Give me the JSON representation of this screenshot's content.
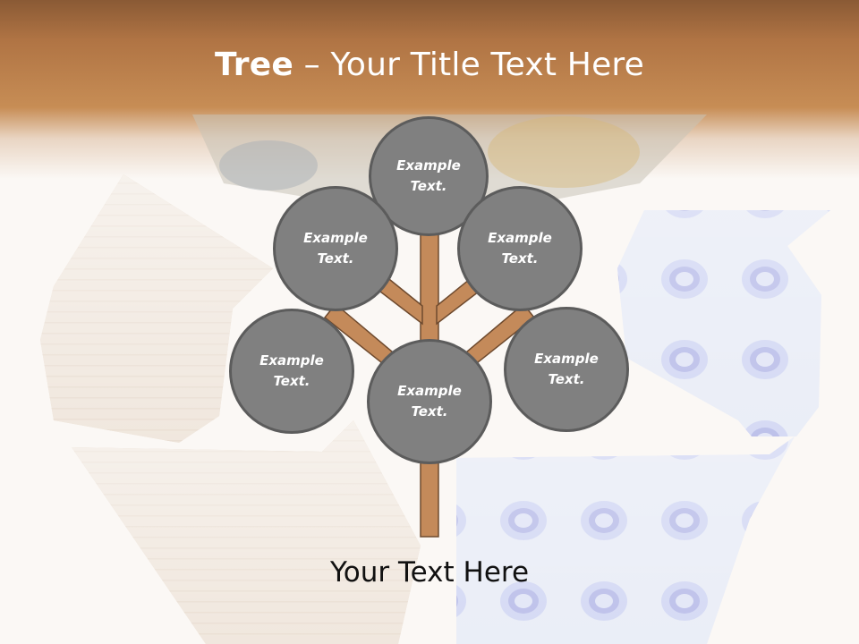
{
  "slide": {
    "title_bold": "Tree",
    "title_rest": " – Your Title Text Here",
    "footer_text": "Your Text Here"
  },
  "nodes": {
    "top": "Example\nText.",
    "upper_left": "Example\nText.",
    "upper_right": "Example\nText.",
    "lower_left": "Example\nText.",
    "center": "Example\nText.",
    "lower_right": "Example\nText."
  },
  "colors": {
    "header_brown": "#b07444",
    "node_fill": "#808080",
    "node_border": "#5c5c5c",
    "trunk": "#c48a5a",
    "trunk_outline": "#6e4a2e",
    "cardboard": "#d6bda4",
    "plastic": "#c5cff0"
  },
  "background": {
    "picture": "recycle-symbol-icon"
  }
}
